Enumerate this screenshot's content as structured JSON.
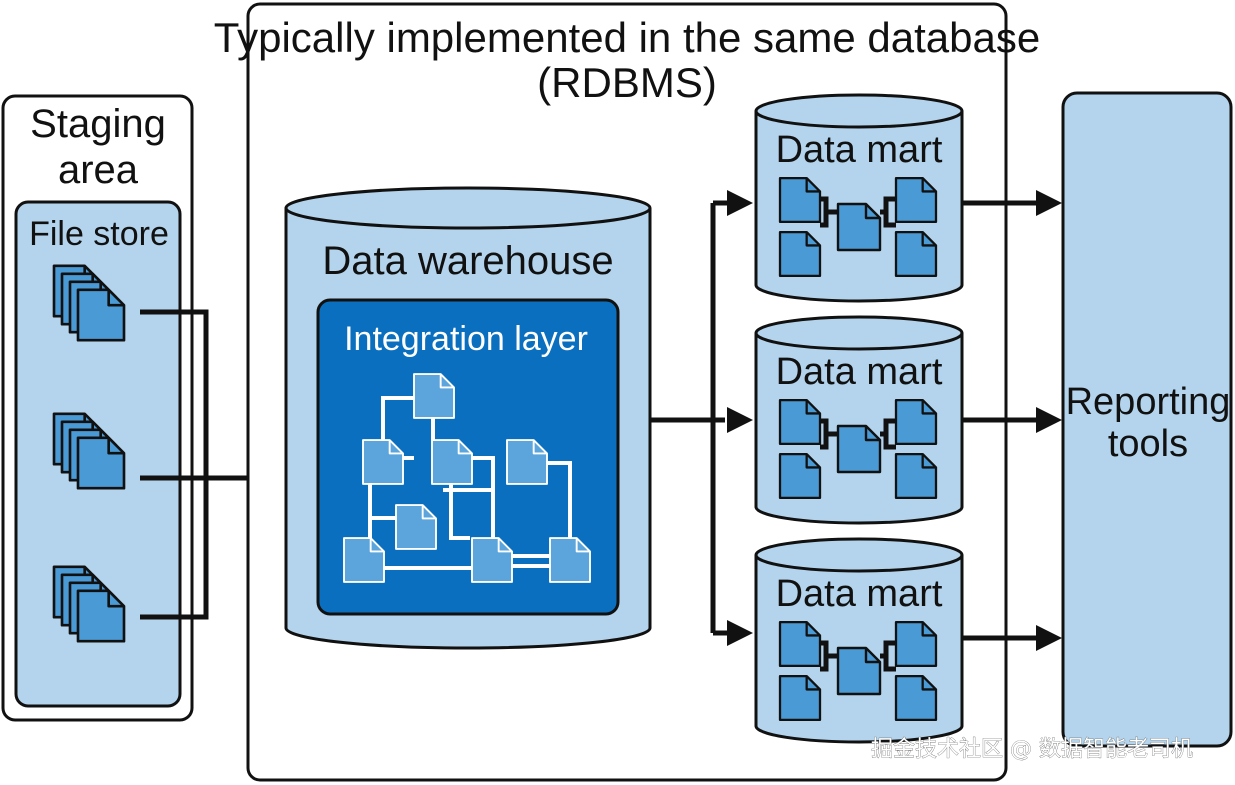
{
  "staging": {
    "title_line1": "Staging",
    "title_line2": "area",
    "file_store_label": "File store",
    "file_groups": 3
  },
  "rdbms": {
    "title_line1": "Typically implemented in the same database",
    "title_line2": "(RDBMS)"
  },
  "warehouse": {
    "label": "Data warehouse",
    "integration_label": "Integration layer"
  },
  "data_marts": [
    {
      "label": "Data mart"
    },
    {
      "label": "Data mart"
    },
    {
      "label": "Data mart"
    }
  ],
  "reporting": {
    "label_line1": "Reporting",
    "label_line2": "tools"
  },
  "watermark": "掘金技术社区 @ 数据智能老司机",
  "colors": {
    "light_blue": "#b3d4ec",
    "doc_blue": "#4a9ad6",
    "integration_blue": "#0a6fbe",
    "outline": "#111111"
  }
}
